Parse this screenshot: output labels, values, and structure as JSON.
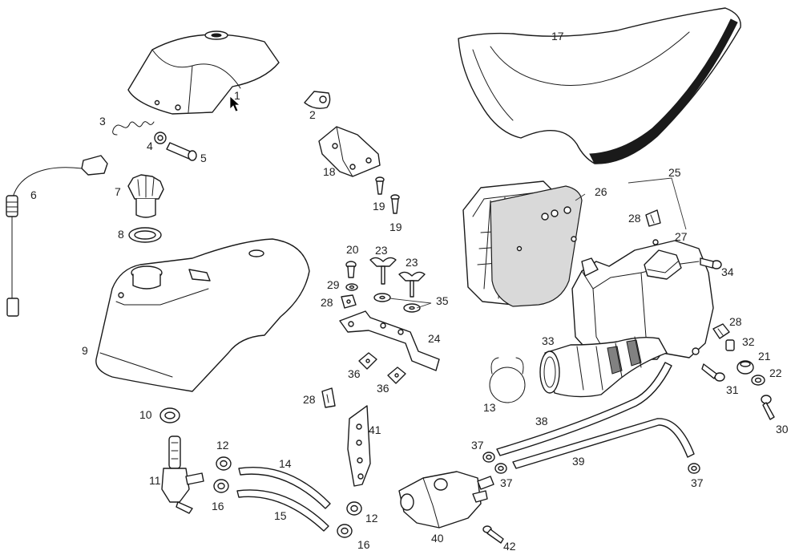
{
  "labels": [
    "1",
    "2",
    "3",
    "4",
    "5",
    "6",
    "7",
    "8",
    "9",
    "10",
    "11",
    "12",
    "12",
    "13",
    "14",
    "15",
    "16",
    "16",
    "17",
    "18",
    "19",
    "19",
    "20",
    "21",
    "22",
    "23",
    "23",
    "24",
    "25",
    "26",
    "27",
    "28",
    "28",
    "28",
    "28",
    "29",
    "30",
    "31",
    "32",
    "33",
    "34",
    "35",
    "36",
    "36",
    "37",
    "37",
    "37",
    "38",
    "39",
    "40",
    "41",
    "42"
  ]
}
